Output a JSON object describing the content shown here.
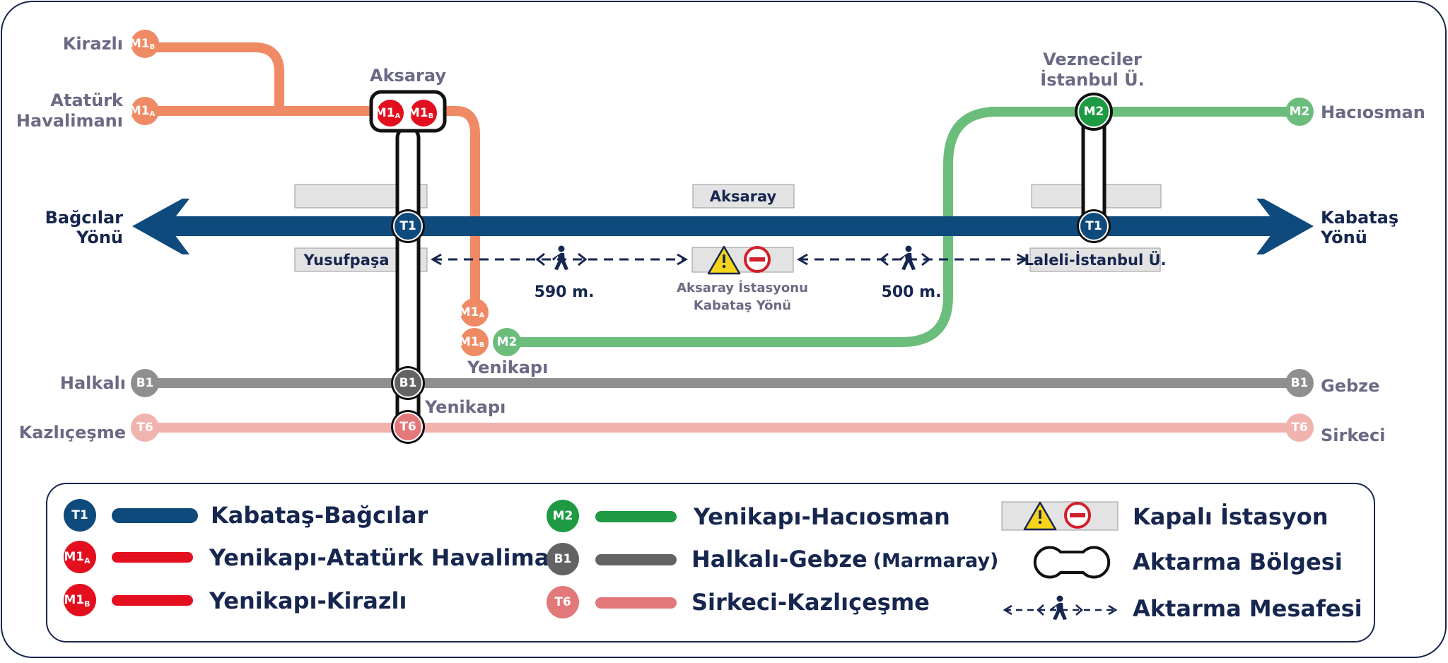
{
  "labels": {
    "kirazli": "Kirazlı",
    "ataturk_1": "Atatürk",
    "ataturk_2": "Havalimanı",
    "aksaray_top": "Aksaray",
    "vezneciler_1": "Vezneciler",
    "vezneciler_2": "İstanbul Ü.",
    "haciosman": "Hacıosman",
    "bagcilar_1": "Bağcılar",
    "bagcilar_2": "Yönü",
    "kabatas_1": "Kabataş",
    "kabatas_2": "Yönü",
    "aksaray_t1": "Aksaray",
    "yusufpasa": "Yusufpaşa",
    "laleli": "Laleli-İstanbul Ü.",
    "dist_left": "590 m.",
    "dist_right": "500 m.",
    "closed_1": "Aksaray İstasyonu",
    "closed_2": "Kabataş Yönü",
    "yenikapi_m": "Yenikapı",
    "yenikapi_b": "Yenikapı",
    "halkali": "Halkalı",
    "gebze": "Gebze",
    "kazlicesme": "Kazlıçeşme",
    "sirkeci": "Sirkeci"
  },
  "badges": {
    "t1": "T1",
    "m1a_main": "M1",
    "m1a_sub": "A",
    "m1b_main": "M1",
    "m1b_sub": "B",
    "m2": "M2",
    "b1": "B1",
    "t6": "T6"
  },
  "legend": {
    "t1": "Kabataş-Bağcılar",
    "m1a": "Yenikapı-Atatürk Havalimanı",
    "m1b": "Yenikapı-Kirazlı",
    "m2": "Yenikapı-Hacıosman",
    "b1": "Halkalı-Gebze",
    "b1_note": "(Marmaray)",
    "t6": "Sirkeci-Kazlıçeşme",
    "closed": "Kapalı İstasyon",
    "transfer_zone": "Aktarma Bölgesi",
    "transfer_distance": "Aktarma Mesafesi"
  },
  "colors": {
    "t1": "#0e4a7c",
    "m1": "#ef8a64",
    "m1_legend": "#e30f1e",
    "m2": "#6bbd7c",
    "m2_legend": "#1e9a43",
    "b1": "#8f8f8f",
    "b1_legend": "#636363",
    "t6": "#f1b3ae",
    "t6_legend": "#e2787a",
    "text_dark": "#16264f",
    "text_gray": "#6b6a84",
    "closed_box": "#e3e3e3",
    "warning_yellow": "#f6d41c",
    "no_entry_red": "#d21f2b"
  },
  "icons": [
    "walking-person-icon",
    "warning-triangle-icon",
    "no-entry-icon",
    "transfer-zone-icon",
    "arrow-left-icon",
    "arrow-right-icon"
  ]
}
